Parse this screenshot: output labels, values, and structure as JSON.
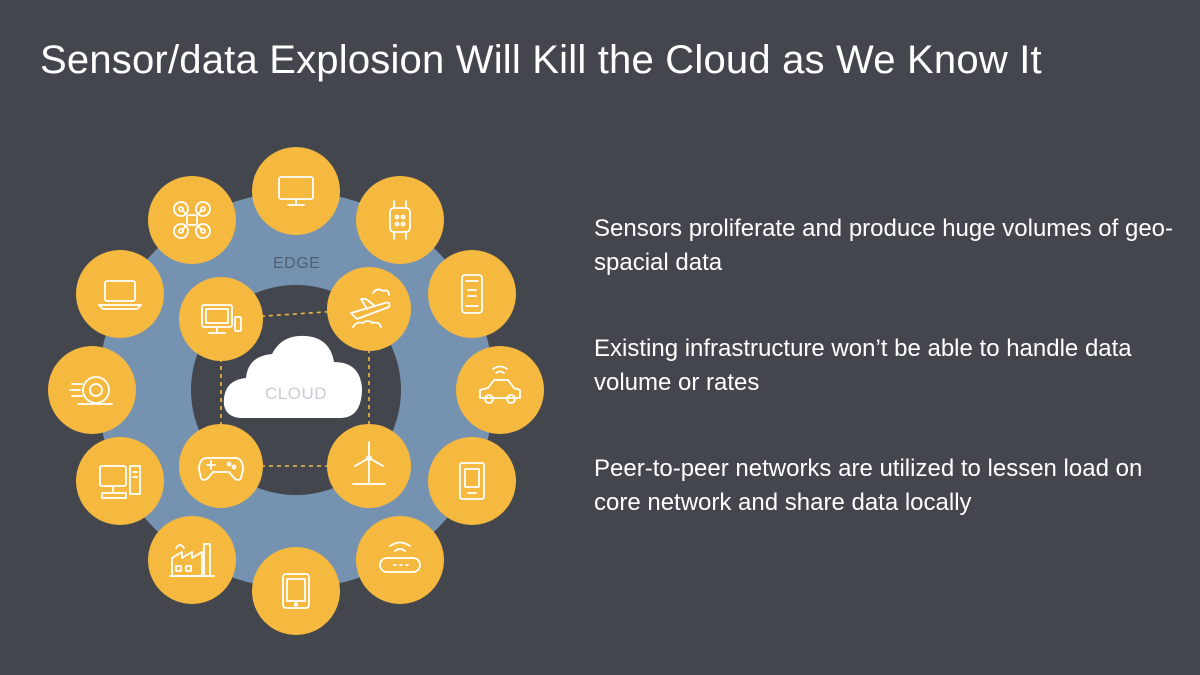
{
  "title": "Sensor/data Explosion Will Kill the Cloud as We Know It",
  "diagram": {
    "edge_label": "EDGE",
    "cloud_label": "CLOUD",
    "colors": {
      "node": "#f5b93f",
      "edge_ring": "#7593b1",
      "inner_ring": "#43464d",
      "cloud": "#ffffff",
      "connector": "#f5b93f"
    },
    "outer_nodes": [
      "monitor-icon",
      "smartwatch-icon",
      "smartphone-icon",
      "connected-car-icon",
      "ebook-reader-icon",
      "wireless-router-icon",
      "tablet-icon",
      "factory-icon",
      "desktop-computer-icon",
      "tire-sensor-icon",
      "laptop-icon",
      "drone-icon"
    ],
    "inner_nodes": [
      "smart-tv-icon",
      "airplane-icon",
      "wind-turbine-icon",
      "gamepad-icon"
    ]
  },
  "bullets": [
    "Sensors proliferate and produce huge volumes of geo-spacial data",
    "Existing infrastructure won’t be able to handle data volume or rates",
    "Peer-to-peer networks are utilized to lessen load on core network and share data locally"
  ]
}
